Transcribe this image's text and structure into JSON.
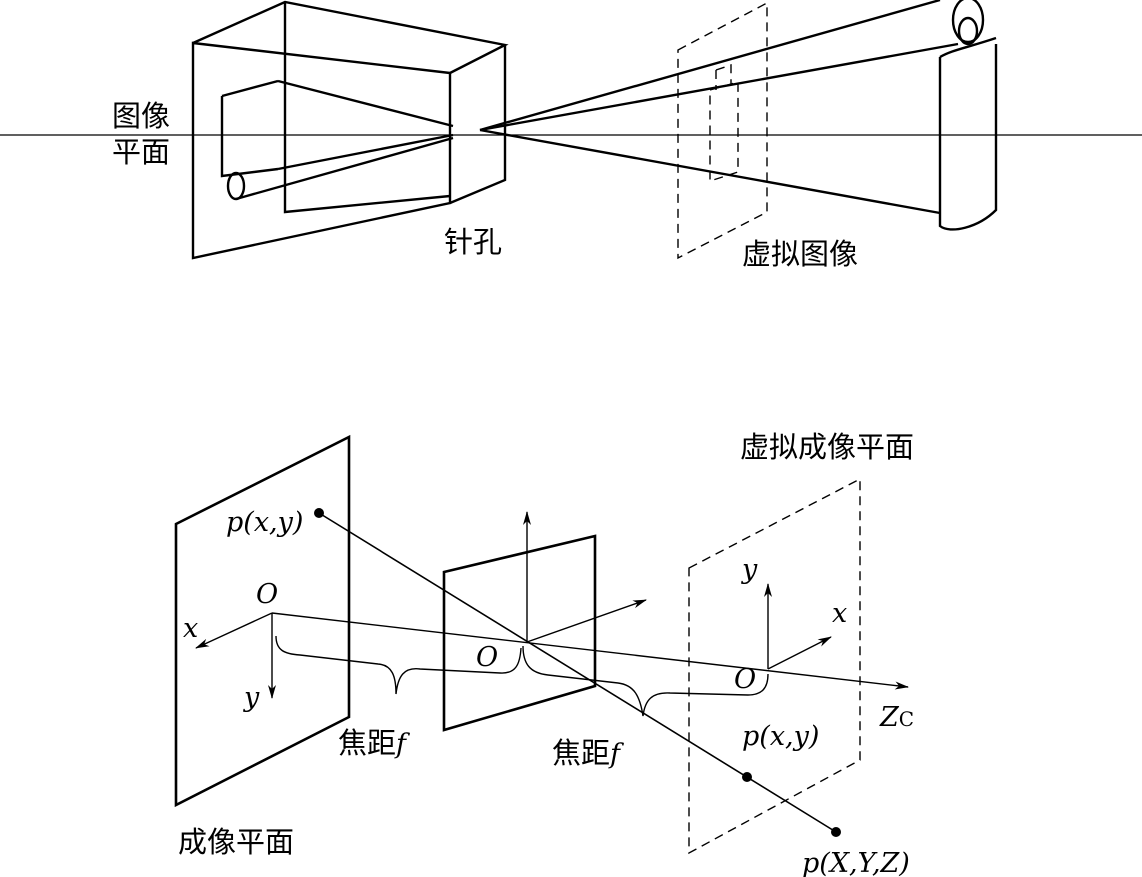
{
  "top": {
    "image_plane": [
      "图像",
      "平面"
    ],
    "pinhole": "针孔",
    "virtual_image": "虚拟图像"
  },
  "bottom": {
    "imaging_plane": "成像平面",
    "virtual_imaging_plane": "虚拟成像平面",
    "focal_length_left": "焦距",
    "focal_length_right": "焦距",
    "f_symbol": "f",
    "origin_left": "O",
    "origin_center": "O",
    "origin_right": "O",
    "axis_x_left": "x",
    "axis_y_left": "y",
    "axis_x_right": "x",
    "axis_y_right": "y",
    "axis_z": "Z",
    "axis_z_sub": "C",
    "point_image": "p(x,y)",
    "point_virtual": "p(x,y)",
    "point_world": "p(X,Y,Z)"
  }
}
